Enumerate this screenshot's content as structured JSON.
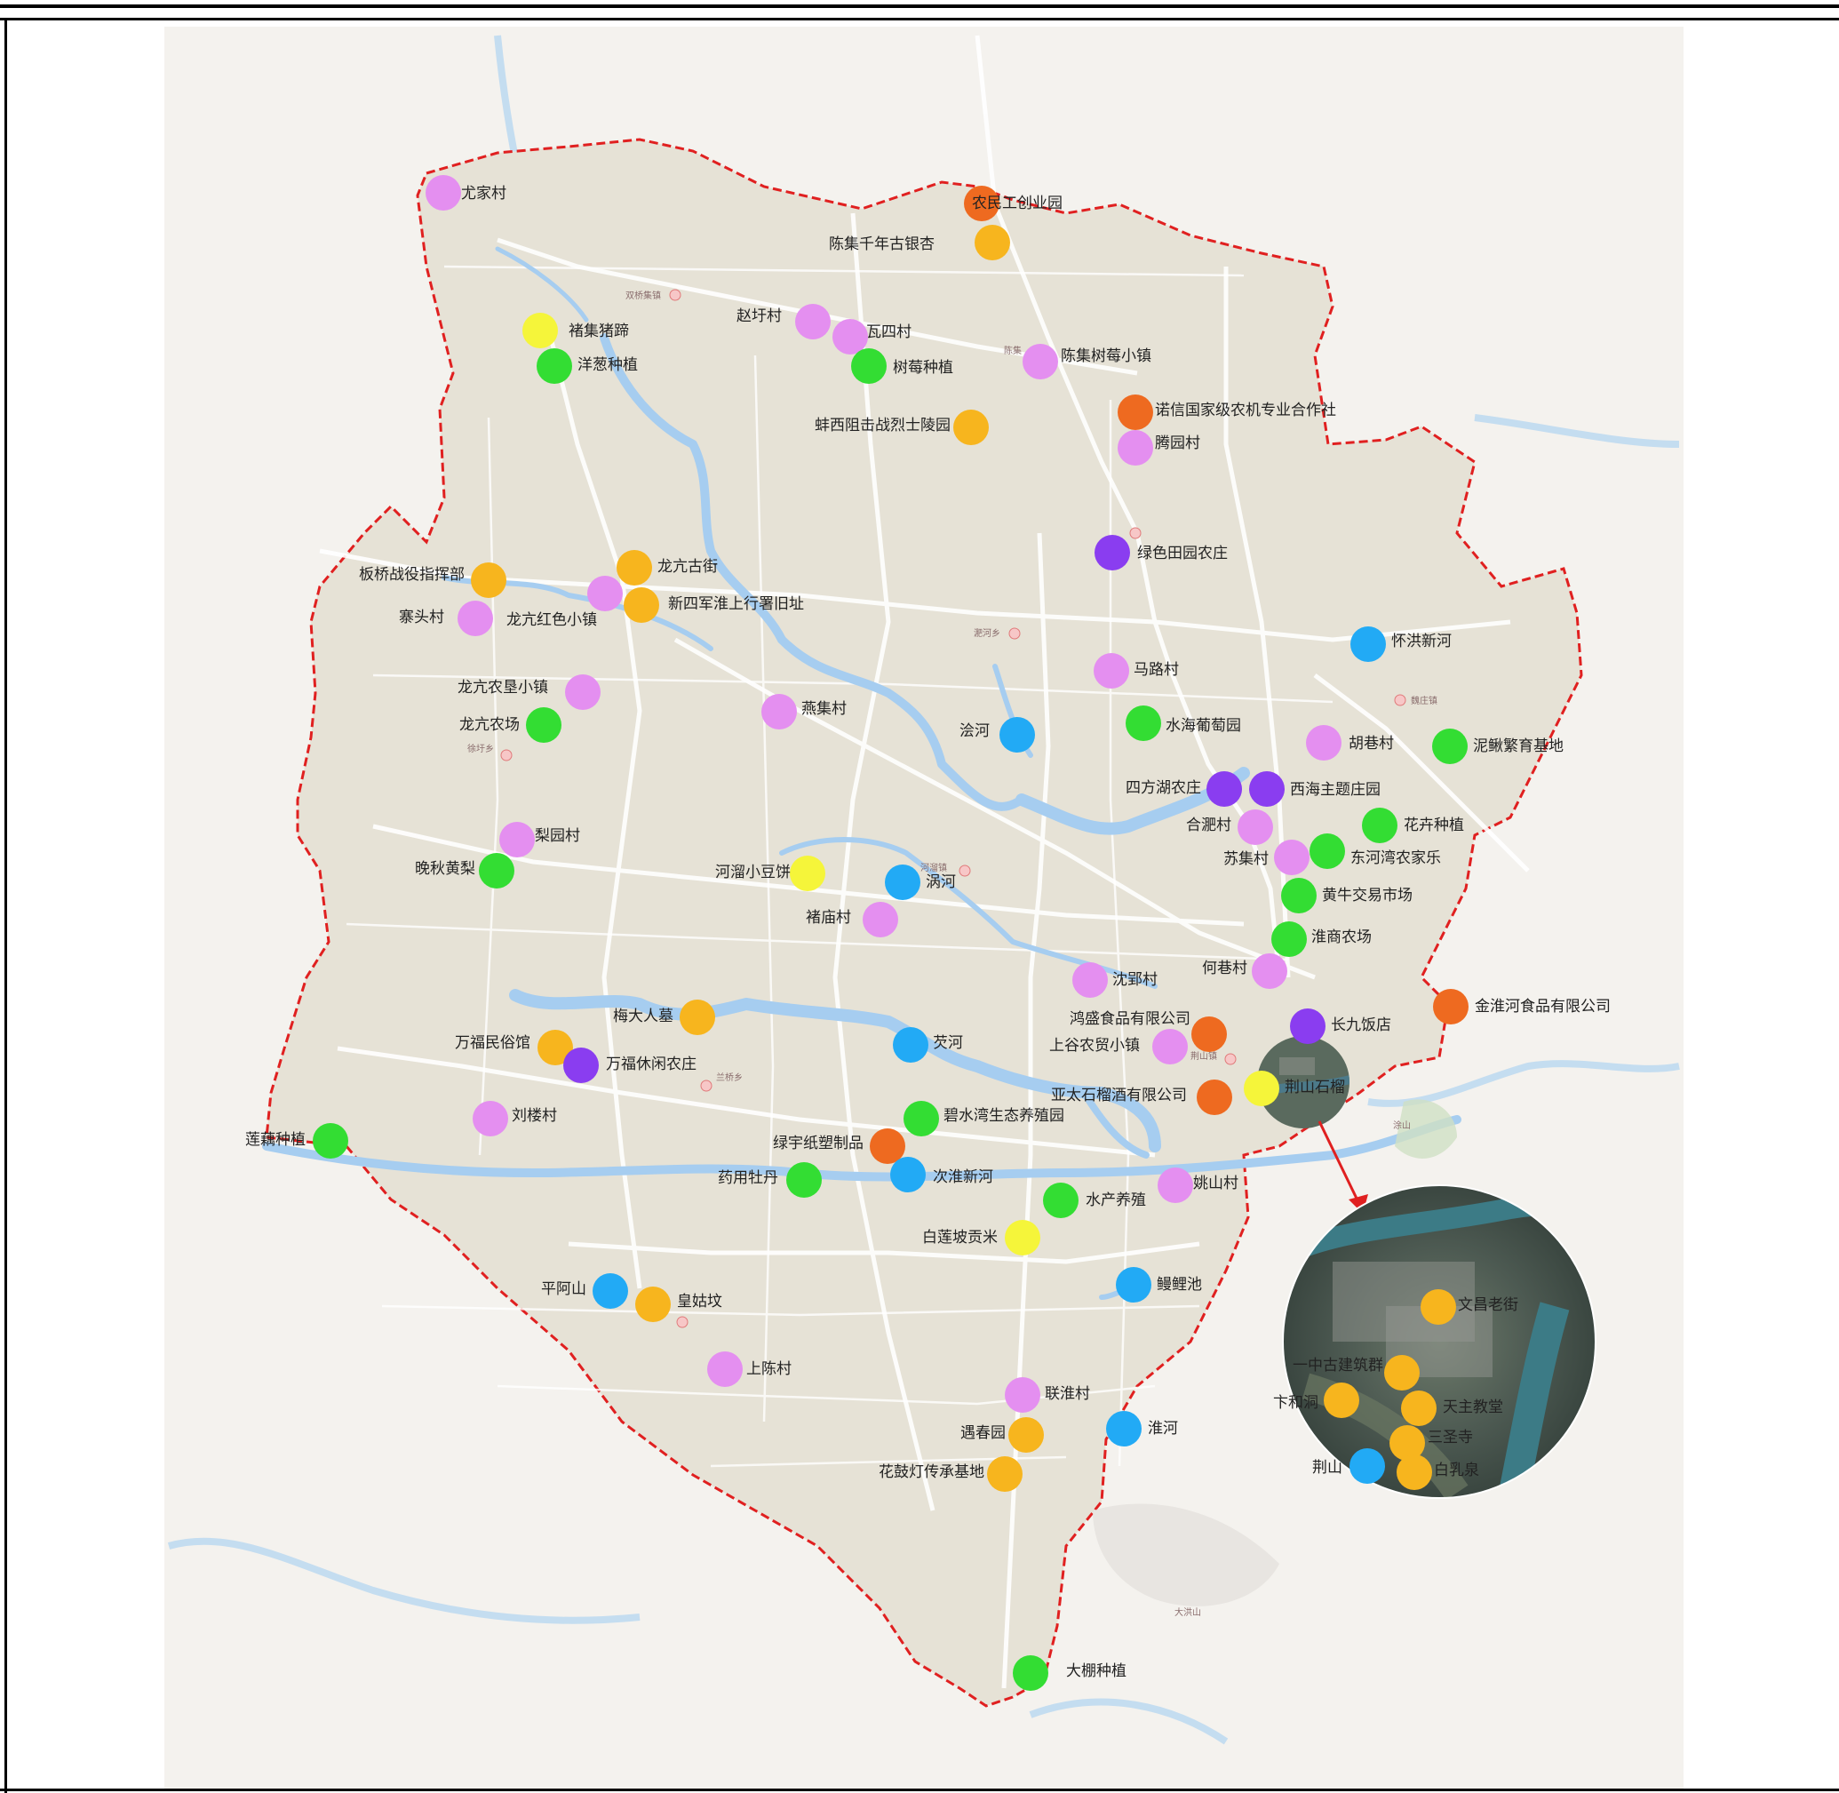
{
  "colors": {
    "village": "#e48ff0",
    "agri": "#33dd33",
    "culture": "#f7b51e",
    "water": "#22aaf5",
    "food": "#f5f53a",
    "industry": "#ee6a20",
    "farm_stay": "#8a3df0",
    "boundary": "#e02020"
  },
  "inset": {
    "label": "荆山石榴"
  },
  "pois": [
    {
      "name": "尤家村",
      "cat": "village"
    },
    {
      "name": "农民工创业园",
      "cat": "industry"
    },
    {
      "name": "陈集千年古银杏",
      "cat": "culture"
    },
    {
      "name": "赵圩村",
      "cat": "village"
    },
    {
      "name": "瓦四村",
      "cat": "village"
    },
    {
      "name": "褚集猪蹄",
      "cat": "food"
    },
    {
      "name": "洋葱种植",
      "cat": "agri"
    },
    {
      "name": "树莓种植",
      "cat": "agri"
    },
    {
      "name": "陈集树莓小镇",
      "cat": "village"
    },
    {
      "name": "诺信国家级农机专业合作社",
      "cat": "industry"
    },
    {
      "name": "蚌西阻击战烈士陵园",
      "cat": "culture"
    },
    {
      "name": "腾园村",
      "cat": "village"
    },
    {
      "name": "绿色田园农庄",
      "cat": "farm_stay"
    },
    {
      "name": "板桥战役指挥部",
      "cat": "culture"
    },
    {
      "name": "龙亢古街",
      "cat": "culture"
    },
    {
      "name": "新四军淮上行署旧址",
      "cat": "culture"
    },
    {
      "name": "寨头村",
      "cat": "village"
    },
    {
      "name": "龙亢红色小镇",
      "cat": "village"
    },
    {
      "name": "怀洪新河",
      "cat": "water"
    },
    {
      "name": "马路村",
      "cat": "village"
    },
    {
      "name": "龙亢农垦小镇",
      "cat": "village"
    },
    {
      "name": "龙亢农场",
      "cat": "agri"
    },
    {
      "name": "燕集村",
      "cat": "village"
    },
    {
      "name": "浍河",
      "cat": "water"
    },
    {
      "name": "水海葡萄园",
      "cat": "agri"
    },
    {
      "name": "胡巷村",
      "cat": "village"
    },
    {
      "name": "泥鳅繁育基地",
      "cat": "agri"
    },
    {
      "name": "四方湖农庄",
      "cat": "farm_stay"
    },
    {
      "name": "西海主题庄园",
      "cat": "farm_stay"
    },
    {
      "name": "合淝村",
      "cat": "village"
    },
    {
      "name": "花卉种植",
      "cat": "agri"
    },
    {
      "name": "梨园村",
      "cat": "village"
    },
    {
      "name": "苏集村",
      "cat": "village"
    },
    {
      "name": "东河湾农家乐",
      "cat": "agri"
    },
    {
      "name": "晚秋黄梨",
      "cat": "agri"
    },
    {
      "name": "河溜小豆饼",
      "cat": "food"
    },
    {
      "name": "涡河",
      "cat": "water"
    },
    {
      "name": "黄牛交易市场",
      "cat": "agri"
    },
    {
      "name": "褚庙村",
      "cat": "village"
    },
    {
      "name": "淮商农场",
      "cat": "agri"
    },
    {
      "name": "何巷村",
      "cat": "village"
    },
    {
      "name": "沈郢村",
      "cat": "village"
    },
    {
      "name": "金淮河食品有限公司",
      "cat": "industry"
    },
    {
      "name": "鸿盛食品有限公司",
      "cat": "industry"
    },
    {
      "name": "梅大人墓",
      "cat": "culture"
    },
    {
      "name": "长九饭店",
      "cat": "farm_stay"
    },
    {
      "name": "万福民俗馆",
      "cat": "culture"
    },
    {
      "name": "芡河",
      "cat": "water"
    },
    {
      "name": "上谷农贸小镇",
      "cat": "village"
    },
    {
      "name": "万福休闲农庄",
      "cat": "farm_stay"
    },
    {
      "name": "亚太石榴酒有限公司",
      "cat": "industry"
    },
    {
      "name": "荆山石榴",
      "cat": "food"
    },
    {
      "name": "刘楼村",
      "cat": "village"
    },
    {
      "name": "碧水湾生态养殖园",
      "cat": "agri"
    },
    {
      "name": "莲藕种植",
      "cat": "agri"
    },
    {
      "name": "绿宇纸塑制品",
      "cat": "industry"
    },
    {
      "name": "药用牡丹",
      "cat": "agri"
    },
    {
      "name": "次淮新河",
      "cat": "water"
    },
    {
      "name": "姚山村",
      "cat": "village"
    },
    {
      "name": "水产养殖",
      "cat": "agri"
    },
    {
      "name": "白莲坡贡米",
      "cat": "food"
    },
    {
      "name": "平阿山",
      "cat": "water"
    },
    {
      "name": "皇姑坟",
      "cat": "culture"
    },
    {
      "name": "鳗鲤池",
      "cat": "water"
    },
    {
      "name": "上陈村",
      "cat": "village"
    },
    {
      "name": "联淮村",
      "cat": "village"
    },
    {
      "name": "遇春园",
      "cat": "culture"
    },
    {
      "name": "淮河",
      "cat": "water"
    },
    {
      "name": "花鼓灯传承基地",
      "cat": "culture"
    },
    {
      "name": "大棚种植",
      "cat": "agri"
    },
    {
      "name": "文昌老街",
      "cat": "culture"
    },
    {
      "name": "一中古建筑群",
      "cat": "culture"
    },
    {
      "name": "卞和洞",
      "cat": "culture"
    },
    {
      "name": "天主教堂",
      "cat": "culture"
    },
    {
      "name": "三圣寺",
      "cat": "culture"
    },
    {
      "name": "荆山",
      "cat": "water"
    },
    {
      "name": "白乳泉",
      "cat": "culture"
    }
  ],
  "basemap_labels": [
    "双桥集镇",
    "陈集",
    "魏庄镇",
    "淝河乡",
    "徐圩乡",
    "河溜镇",
    "兰桥乡",
    "荆山镇",
    "大洪山",
    "涂山"
  ]
}
